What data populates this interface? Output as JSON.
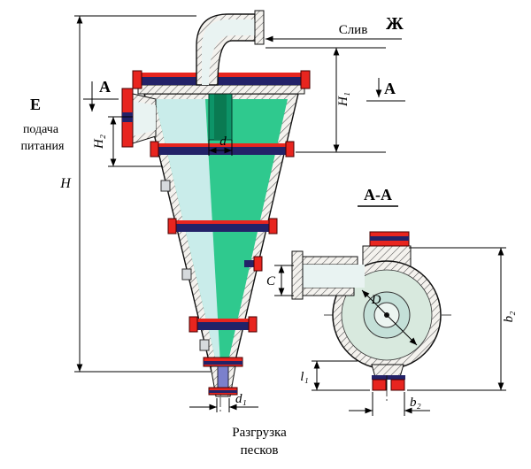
{
  "labels": {
    "overflow": "Слив",
    "zh_marker": "Ж",
    "e_marker": "Е",
    "feed_line1": "подача",
    "feed_line2": "питания",
    "section_marker_left": "А",
    "section_marker_right": "А",
    "section_view_title": "А-А",
    "dim_H": "H",
    "dim_H1": "H₁",
    "dim_H2": "H₂",
    "dim_d": "d",
    "dim_d1": "d₁",
    "dim_C": "C",
    "dim_D": "D",
    "dim_b2_right": "b₂",
    "dim_b2_bottom": "b₂",
    "dim_l1": "l₁",
    "discharge_line1": "Разгрузка",
    "discharge_line2": "песков"
  },
  "colors": {
    "body_green": "#2fc98e",
    "body_cyan": "#c9ecea",
    "flange_red": "#e8251f",
    "band_navy": "#232268",
    "apex_blue": "#7b80cc",
    "tube_green": "#0d9468",
    "tube_inner": "#0a7a52",
    "section_fill": "#d8e9de",
    "hub_fill": "#c4e0d8",
    "hub_inner": "#ecf5f1",
    "pipe_inner": "#e9f3f2"
  }
}
